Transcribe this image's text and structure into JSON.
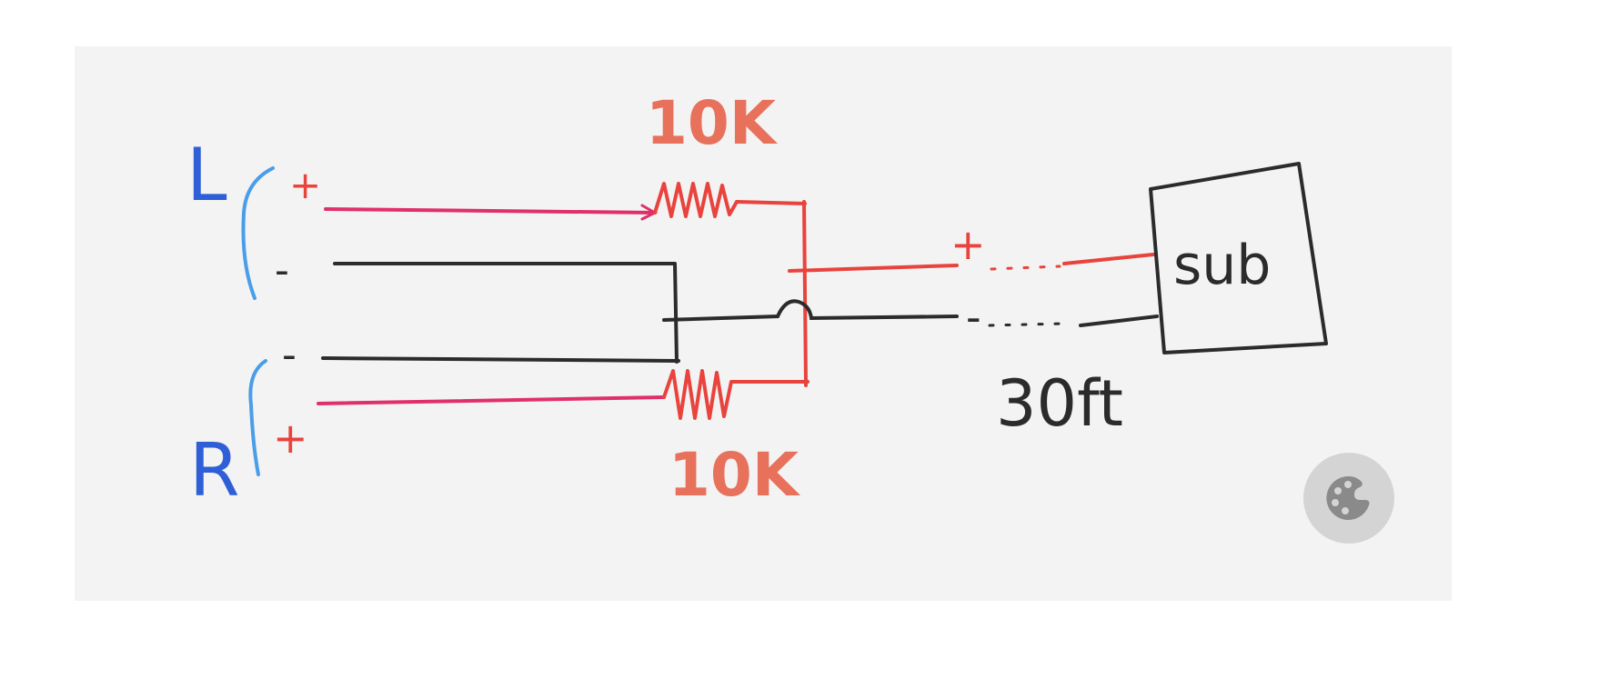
{
  "labels": {
    "left_channel": "L",
    "right_channel": "R",
    "left_plus": "+",
    "left_minus": "-",
    "right_minus": "-",
    "right_plus": "+",
    "resistor_top": "10K",
    "resistor_bottom": "10K",
    "output_plus": "+",
    "output_minus": "-",
    "cable_length": "30ft",
    "sub_box": "sub"
  },
  "colors": {
    "channel_label": "#2f5fd6",
    "bracket": "#4a9de8",
    "positive_wire": "#e0306a",
    "output_wire": "#e8433c",
    "negative_wire": "#2b2b2b",
    "resistor_label": "#e8715c",
    "sketch_background": "#f3f3f3",
    "fab_background": "#d4d4d4",
    "fab_icon": "#8a8a8a"
  },
  "fab": {
    "icon": "palette-icon"
  }
}
